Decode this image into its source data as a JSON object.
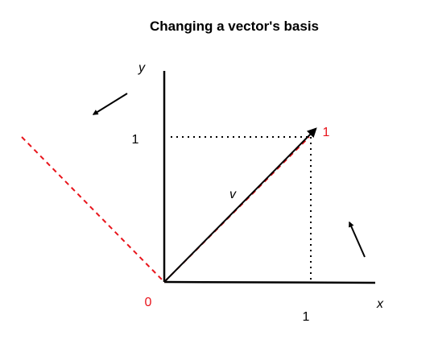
{
  "title": "Changing a vector's basis",
  "axes": {
    "x_label": "x",
    "y_label": "y",
    "x_tick": "1",
    "y_tick": "1"
  },
  "vector": {
    "label": "v"
  },
  "new_basis": {
    "origin_label": "0",
    "unit_label": "1",
    "color": "#e8141b"
  },
  "colors": {
    "axis": "#000000",
    "vector": "#000000",
    "new_basis": "#e8141b"
  },
  "icons": [
    "rotation-arrow-icon",
    "rotation-arrow-icon"
  ]
}
